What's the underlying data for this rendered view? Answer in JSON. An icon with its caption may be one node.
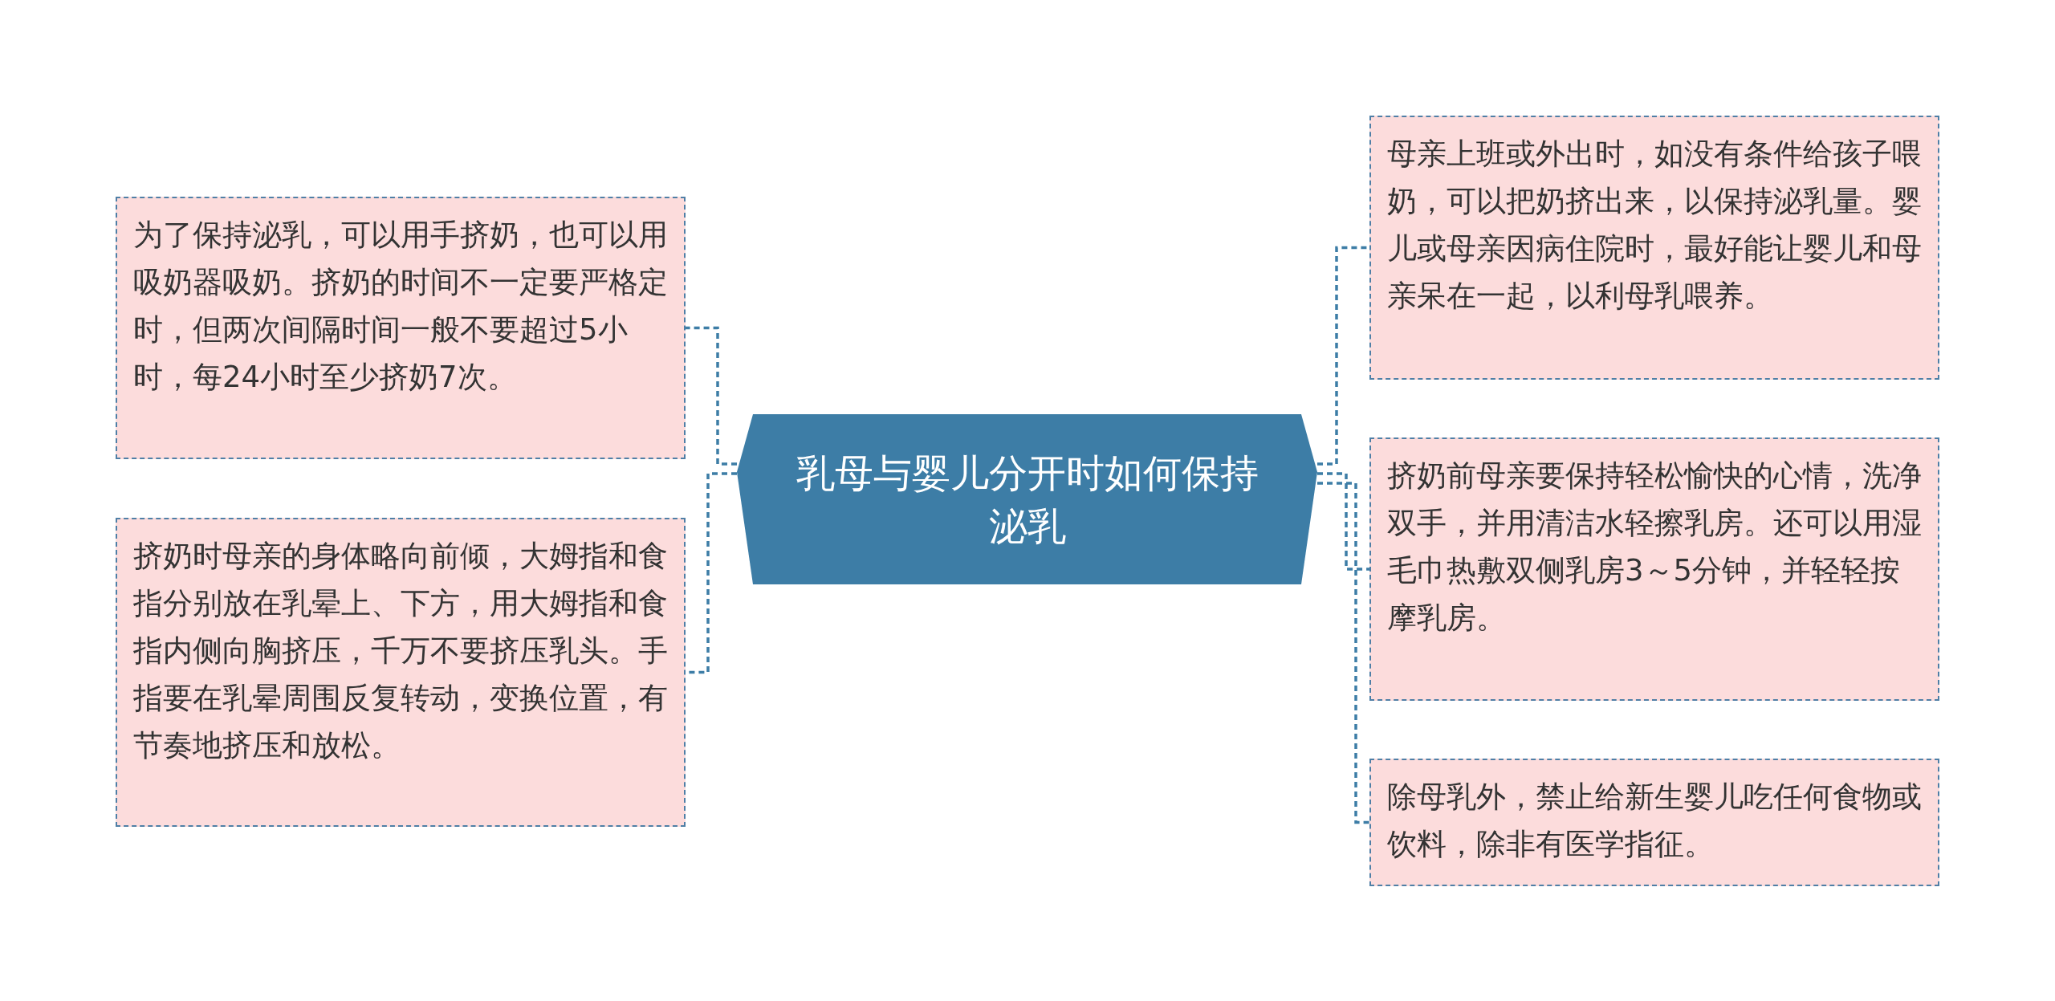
{
  "diagram": {
    "nodes": [
      {
        "text": [
          "乳母与婴儿分开时如何保持泌乳"
        ]
      },
      {
        "text": [
          "为了保持泌乳，可以用手挤奶，也可以用吸奶器吸奶。挤奶的时间不一定要严格定时，但两次间隔时间一般不要超过5小时，每24小时至少挤奶7次。"
        ]
      },
      {
        "text": [
          "挤奶时母亲的身体略向前倾，大姆指和食指分别放在乳晕上、下方，用大姆指和食指内侧向胸挤压，千万不要挤压乳头。手指要在乳晕周围反复转动，变换位置，有节奏地挤压和放松。"
        ]
      },
      {
        "text": [
          "母亲上班或外出时，如没有条件给孩子喂奶，可以把奶挤出来，以保持泌乳量。婴儿或母亲因病住院时，最好能让婴儿和母亲呆在一起，以利母乳喂养。"
        ]
      },
      {
        "text": [
          "挤奶前母亲要保持轻松愉快的心情，洗净双手，并用清洁水轻擦乳房。还可以用湿毛巾热敷双侧乳房3～5分钟，并轻轻按摩乳房。"
        ]
      },
      {
        "text": [
          "除母乳外，禁止给新生婴儿吃任何食物或饮料，除非有医学指征。"
        ]
      }
    ],
    "edges": [
      {
        "from": 0,
        "to": 1,
        "arrow": "none"
      },
      {
        "from": 0,
        "to": 2,
        "arrow": "none"
      },
      {
        "from": 0,
        "to": 3,
        "arrow": "none"
      },
      {
        "from": 0,
        "to": 4,
        "arrow": "none"
      },
      {
        "from": 0,
        "to": 5,
        "arrow": "none"
      }
    ]
  }
}
